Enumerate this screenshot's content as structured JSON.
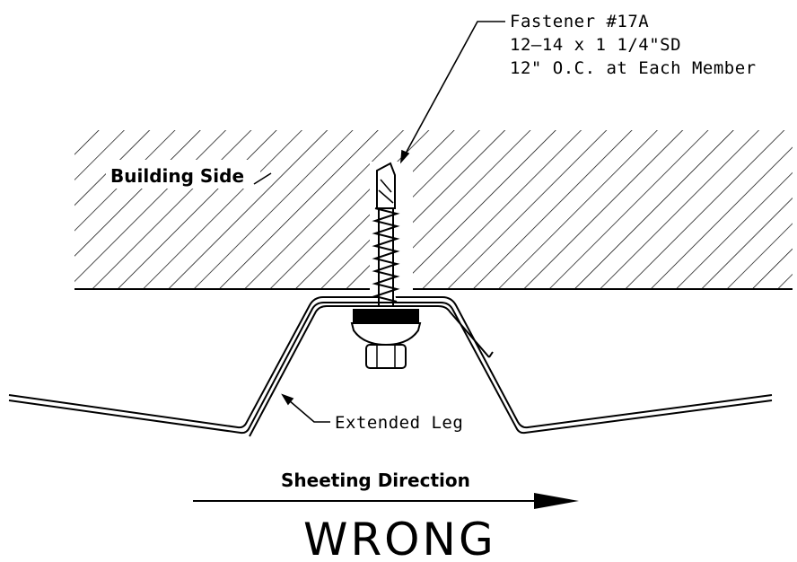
{
  "fastener_callout": {
    "line1": "Fastener #17A",
    "line2": "12–14 x 1 1/4\"SD",
    "line3": "12\" O.C. at Each Member"
  },
  "building_label": "Building Side",
  "leg_label": "Extended Leg",
  "direction_label": "Sheeting Direction",
  "verdict": "WRONG"
}
